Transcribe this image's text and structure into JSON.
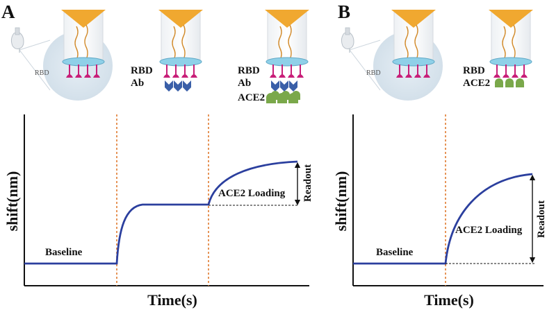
{
  "panels": {
    "a": {
      "letter": "A",
      "stage1": {
        "small_label": "RBD"
      },
      "stage2": {
        "line1": "RBD",
        "line2": "Ab"
      },
      "stage3": {
        "line1": "RBD",
        "line2": "Ab",
        "line3": "ACE2"
      },
      "plot": {
        "ylabel": "shift(nm)",
        "xlabel": "Time(s)",
        "baseline_label": "Baseline",
        "loading_label": "ACE2 Loading",
        "readout_label": "Readout"
      }
    },
    "b": {
      "letter": "B",
      "stage1": {
        "small_label": "RBD"
      },
      "stage2": {
        "line1": "RBD",
        "line2": "ACE2"
      },
      "plot": {
        "ylabel": "shift(nm)",
        "xlabel": "Time(s)",
        "baseline_label": "Baseline",
        "loading_label": "ACE2 Loading",
        "readout_label": "Readout"
      }
    }
  },
  "colors": {
    "curve": "#2b3f9e",
    "marker": "#e07a2e",
    "arrow": "#f0a830",
    "receptor": "#c81e78",
    "antibody": "#3a5fa8",
    "ace2": "#7aa84a",
    "tip": "#8fd0e8",
    "circle": "#dbe6ef"
  }
}
